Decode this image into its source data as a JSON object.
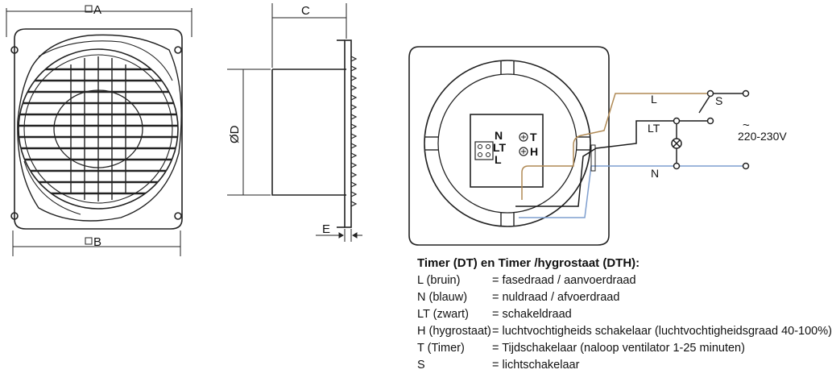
{
  "dimensions": {
    "a": "A",
    "b": "B",
    "c": "C",
    "d": "ØD",
    "e": "E"
  },
  "wiring": {
    "terminals": {
      "n": "N",
      "lt": "LT",
      "l": "L",
      "t": "T",
      "h": "H"
    },
    "wire_labels": {
      "l": "L",
      "lt": "LT",
      "n": "N",
      "s": "S"
    },
    "voltage": "220-230V",
    "tilde": "~"
  },
  "legend": {
    "title": "Timer (DT) en Timer /hygrostaat (DTH):",
    "rows": [
      {
        "key": "L (bruin)",
        "value": "= fasedraad / aanvoerdraad"
      },
      {
        "key": "N (blauw)",
        "value": "= nuldraad / afvoerdraad"
      },
      {
        "key": "LT (zwart)",
        "value": "= schakeldraad"
      },
      {
        "key": "H (hygrostaat)",
        "value": "= luchtvochtigheids schakelaar (luchtvochtigheidsgraad 40-100%)"
      },
      {
        "key": "T (Timer)",
        "value": "= Tijdschakelaar (naloop ventilator 1-25 minuten)"
      },
      {
        "key": "S",
        "value": "= lichtschakelaar"
      }
    ]
  },
  "colors": {
    "brown_wire": "#b08a55",
    "blue_wire": "#7f9fcf",
    "black_wire": "#1a1a1a"
  }
}
